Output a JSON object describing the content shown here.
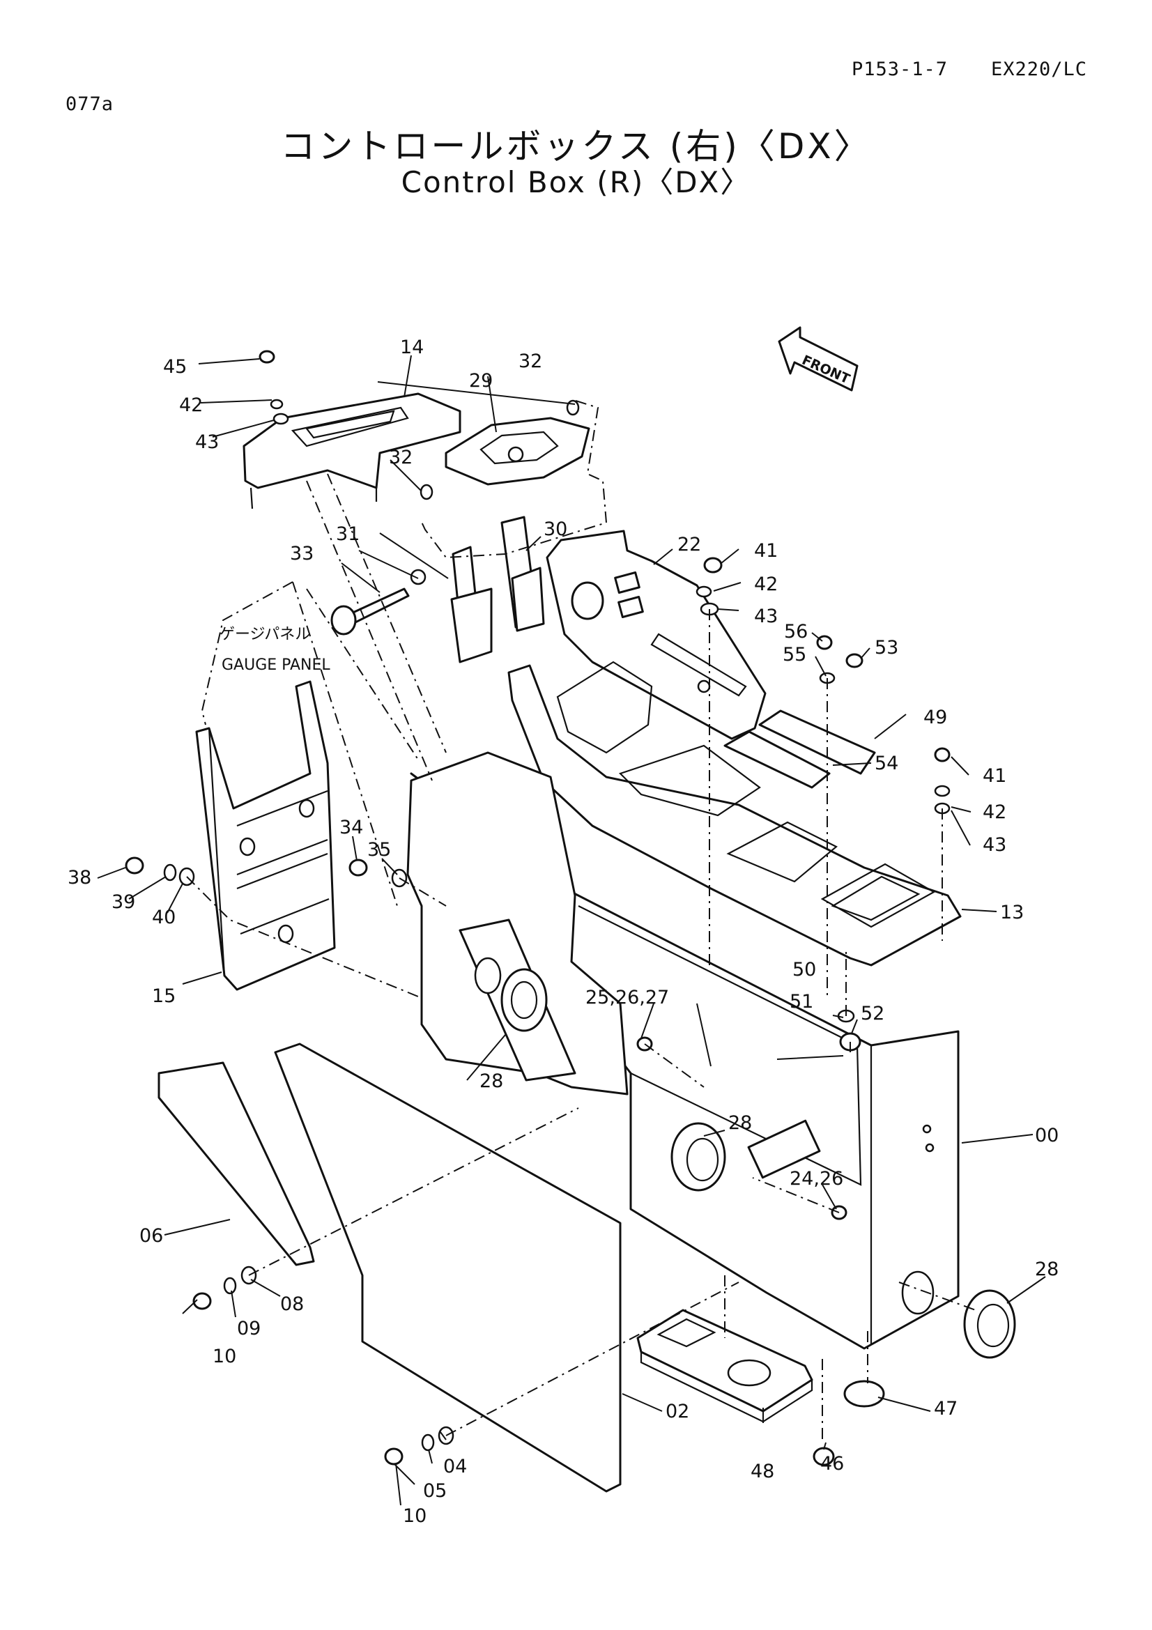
{
  "header": {
    "page_code": "P153-1-7",
    "model": "EX220/LC",
    "figure_id": "077a"
  },
  "title": {
    "japanese": "コントロールボックス (右)〈DX〉",
    "english": "Control Box (R)〈DX〉"
  },
  "labels": {
    "front": "FRONT",
    "gauge_panel_ja": "ゲージパネル",
    "gauge_panel_en": "GAUGE PANEL"
  },
  "callouts": {
    "c00": "00",
    "c02": "02",
    "c04": "04",
    "c05": "05",
    "c06": "06",
    "c08": "08",
    "c09": "09",
    "c10a": "10",
    "c10b": "10",
    "c13": "13",
    "c14": "14",
    "c15": "15",
    "c22": "22",
    "c24_26": "24,26",
    "c25_26_27": "25,26,27",
    "c28a": "28",
    "c28b": "28",
    "c28c": "28",
    "c29": "29",
    "c30": "30",
    "c31": "31",
    "c32a": "32",
    "c32b": "32",
    "c33": "33",
    "c34": "34",
    "c35": "35",
    "c38": "38",
    "c39": "39",
    "c40": "40",
    "c41a": "41",
    "c41b": "41",
    "c42a": "42",
    "c42b": "42",
    "c42c": "42",
    "c43a": "43",
    "c43b": "43",
    "c43c": "43",
    "c45": "45",
    "c46": "46",
    "c47": "47",
    "c48": "48",
    "c49": "49",
    "c50": "50",
    "c51": "51",
    "c52": "52",
    "c53": "53",
    "c54": "54",
    "c55": "55",
    "c56": "56"
  }
}
